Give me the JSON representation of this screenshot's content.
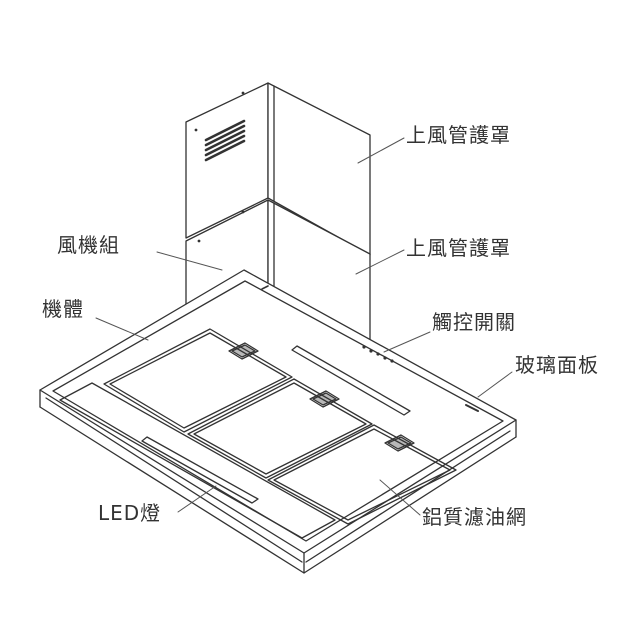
{
  "labels": {
    "upper_duct_cover_top": "上風管護罩",
    "upper_duct_cover_mid": "上風管護罩",
    "fan_unit": "風機組",
    "hood_body": "機體",
    "touch_control": "觸控開關",
    "glass_panel": "玻璃面板",
    "led_light": "LED燈",
    "grease_filter": "鋁質濾油網"
  },
  "colors": {
    "line": "#333333",
    "leader": "#555555",
    "text": "#333333",
    "background": "#ffffff"
  }
}
